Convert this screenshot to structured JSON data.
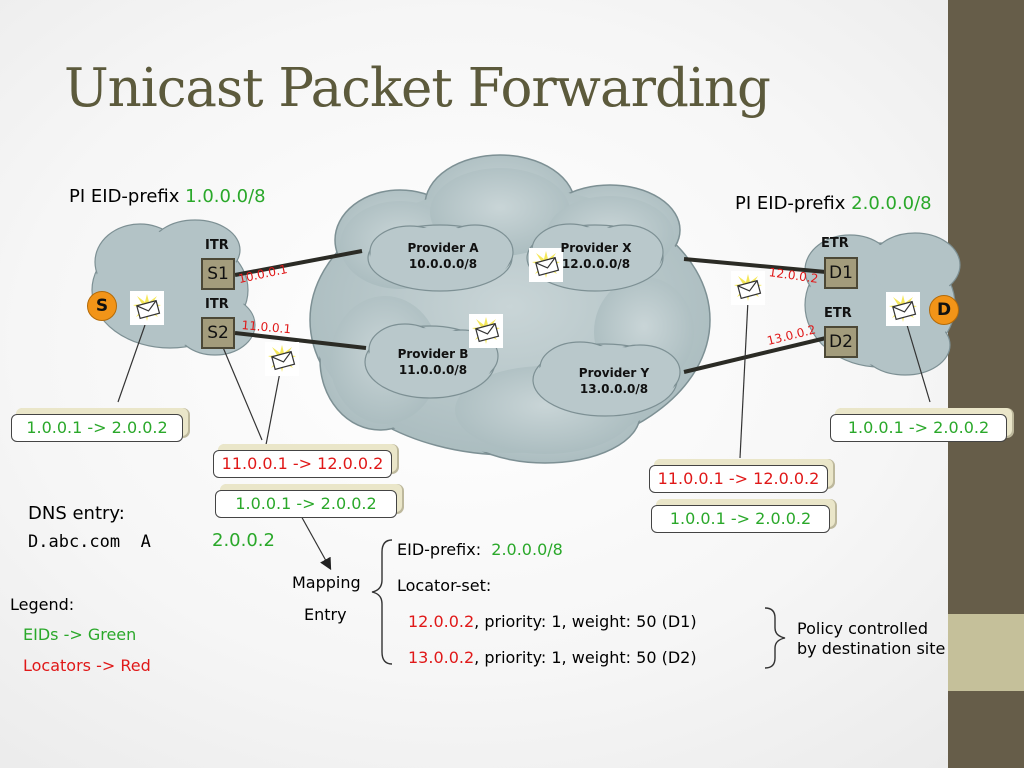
{
  "title": "Unicast Packet Forwarding",
  "colors": {
    "eid": "#2aa82a",
    "locator": "#e01818",
    "cloud": "#b3c3c6",
    "sidebar": "#665d49",
    "sidebar_accent": "#c5c09a",
    "title": "#5c5a3c"
  },
  "left_site": {
    "label": "PI EID-prefix ",
    "prefix": "1.0.0.0/8",
    "host": "S",
    "itr_tag": "ITR",
    "routers": [
      "S1",
      "S2"
    ],
    "locators": [
      "10.0.0.1",
      "11.0.0.1"
    ]
  },
  "right_site": {
    "label": "PI EID-prefix ",
    "prefix": "2.0.0.0/8",
    "host": "D",
    "etr_tag": "ETR",
    "routers": [
      "D1",
      "D2"
    ],
    "locators": [
      "12.0.0.2",
      "13.0.0.2"
    ]
  },
  "providers": [
    {
      "name": "Provider A",
      "prefix": "10.0.0.0/8"
    },
    {
      "name": "Provider X",
      "prefix": "12.0.0.0/8"
    },
    {
      "name": "Provider B",
      "prefix": "11.0.0.0/8"
    },
    {
      "name": "Provider Y",
      "prefix": "13.0.0.0/8"
    }
  ],
  "packets": {
    "left_inner": "1.0.0.1 -> 2.0.0.2",
    "left_outer": "11.0.0.1 -> 12.0.0.2",
    "left_inner2": "1.0.0.1 -> 2.0.0.2",
    "right_outer": "11.0.0.1 -> 12.0.0.2",
    "right_inner2": "1.0.0.1 -> 2.0.0.2",
    "right_inner": "1.0.0.1 -> 2.0.0.2"
  },
  "dns": {
    "heading": "DNS entry:",
    "record": "D.abc.com  A",
    "value": "2.0.0.2"
  },
  "mapping": {
    "label_line1": "Mapping",
    "label_line2": "Entry",
    "eid_label": "EID-prefix:",
    "eid_value": "2.0.0.0/8",
    "locator_set_label": "Locator-set:",
    "entries": [
      {
        "locator": "12.0.0.2",
        "detail": ", priority: 1, weight: 50 (D1)"
      },
      {
        "locator": "13.0.0.2",
        "detail": ", priority: 1, weight: 50 (D2)"
      }
    ],
    "policy_line1": "Policy controlled",
    "policy_line2": "by destination site"
  },
  "legend": {
    "heading": "Legend:",
    "eids": "EIDs -> Green",
    "locators": "Locators -> Red"
  },
  "icons": [
    "envelope-icon",
    "cloud-icon"
  ]
}
